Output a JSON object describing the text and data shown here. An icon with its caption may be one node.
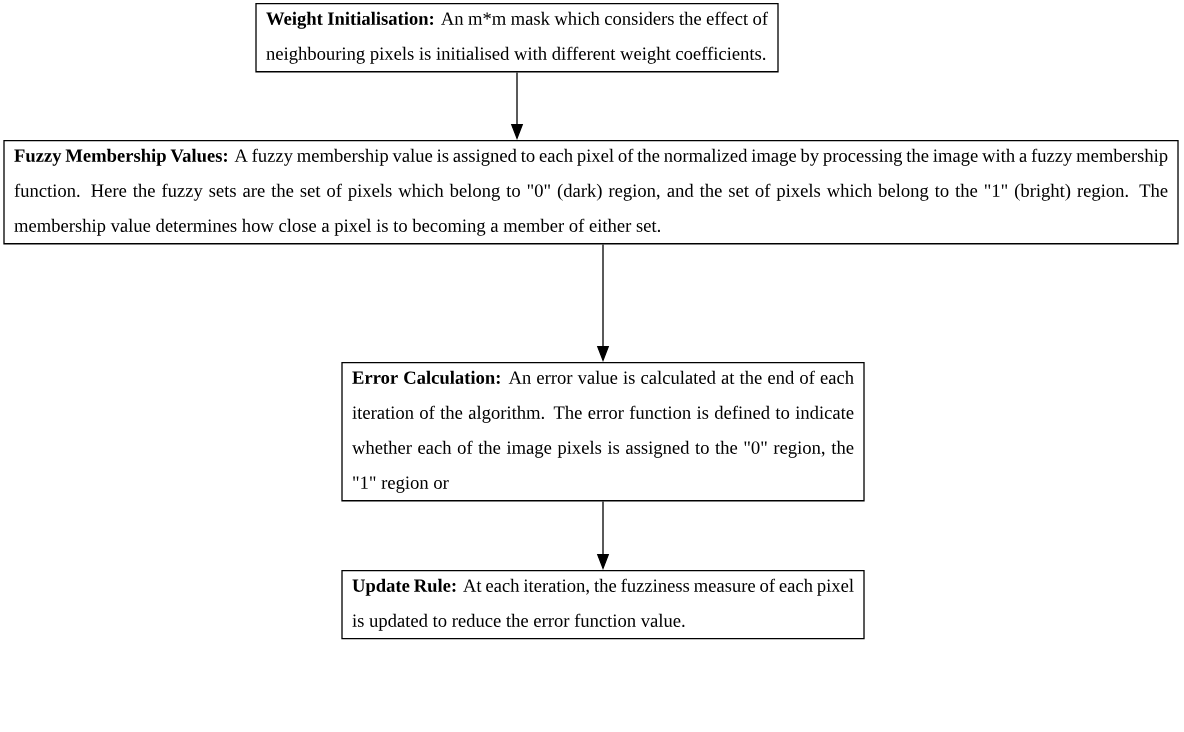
{
  "diagram": {
    "nodes": [
      {
        "text": [
          "**Weight Initialisation:** An m*m mask which considers the effect of neighbouring pixels is initialised with different weight coefficients."
        ]
      },
      {
        "text": [
          "**Fuzzy Membership Values:** A fuzzy membership value is assigned to each pixel of the normalized image by processing the image with a fuzzy membership function. Here the fuzzy sets are the set of pixels which belong to \"0\" (dark) region, and the set of pixels which belong to the \"1\" (bright) region. The membership value determines how close a pixel is to becoming a member of either set."
        ]
      },
      {
        "text": [
          "**Error Calculation:** An error value is calculated at the end of each iteration of the algorithm. The error function is defined to indicate whether each of the image pixels is assigned to the \"0\" region, the \"1\" region or"
        ]
      },
      {
        "text": [
          "**Update Rule:** At each iteration, the fuzziness measure of each pixel is updated to reduce the error function value."
        ]
      }
    ],
    "edges": [
      {
        "from": 0,
        "to": 1,
        "arrow": "to"
      },
      {
        "from": 1,
        "to": 2,
        "arrow": "to"
      },
      {
        "from": 2,
        "to": 3,
        "arrow": "to"
      }
    ]
  }
}
